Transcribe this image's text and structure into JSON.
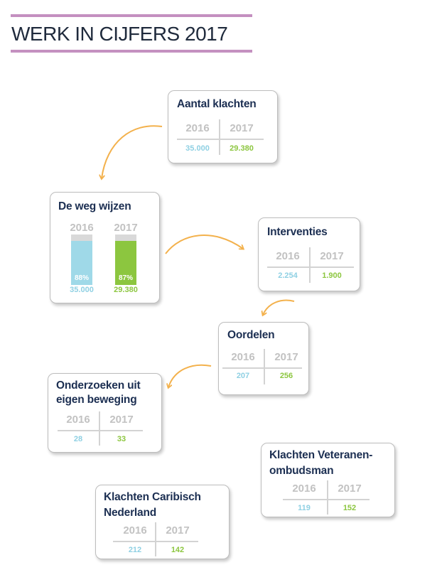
{
  "title": "WERK IN CIJFERS 2017",
  "colors": {
    "accent": "#c490c0",
    "arrow": "#f3b14c",
    "blue": "#8fd0e3",
    "green": "#8cc63f"
  },
  "cards": {
    "klachten": {
      "title": "Aantal klachten",
      "year1": "2016",
      "year2": "2017",
      "value1": "35.000",
      "value2": "29.380"
    },
    "wegwijzen": {
      "title": "De weg wijzen",
      "year1": "2016",
      "year2": "2017",
      "value1": "35.000",
      "value2": "29.380",
      "pct1": "88%",
      "pct2": "87%",
      "fill1": 0.88,
      "fill2": 0.87
    },
    "interventies": {
      "title": "Interventies",
      "year1": "2016",
      "year2": "2017",
      "value1": "2.254",
      "value2": "1.900"
    },
    "oordelen": {
      "title": "Oordelen",
      "year1": "2016",
      "year2": "2017",
      "value1": "207",
      "value2": "256"
    },
    "onderzoeken": {
      "title_line1": "Onderzoeken uit",
      "title_line2": "eigen beweging",
      "year1": "2016",
      "year2": "2017",
      "value1": "28",
      "value2": "33"
    },
    "veteranen": {
      "title_line1": "Klachten Veteranen-",
      "title_line2": "ombudsman",
      "year1": "2016",
      "year2": "2017",
      "value1": "119",
      "value2": "152"
    },
    "caribisch": {
      "title_line1": "Klachten Caribisch",
      "title_line2": "Nederland",
      "year1": "2016",
      "year2": "2017",
      "value1": "212",
      "value2": "142"
    }
  }
}
